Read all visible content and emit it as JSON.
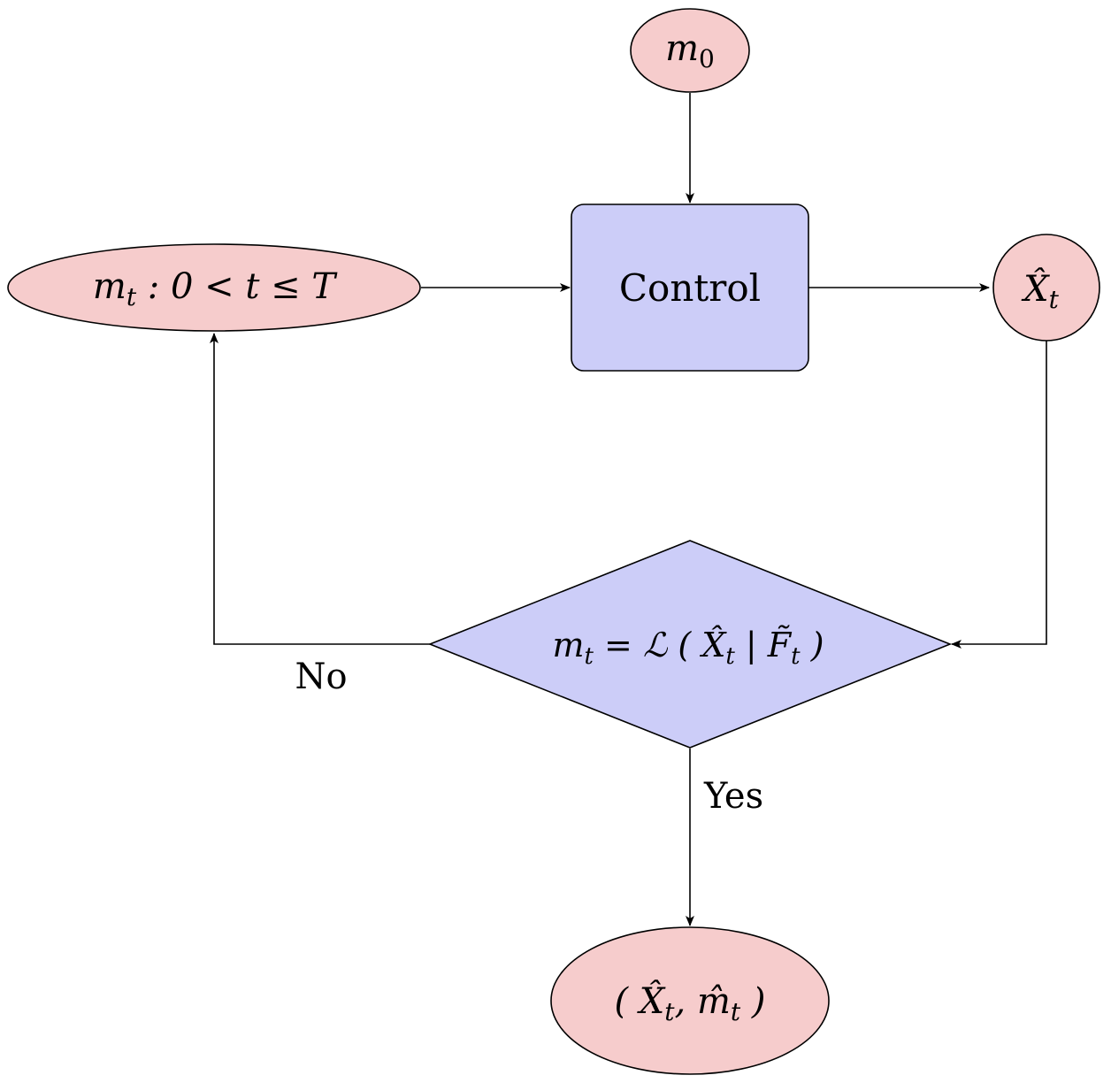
{
  "diagram": {
    "nodes": {
      "m0": {
        "base": "m",
        "sub": "0"
      },
      "m_t_range": {
        "base": "m",
        "sub": "t",
        "rest": " : 0 < t ≤ T"
      },
      "control": {
        "label": "Control"
      },
      "x_hat_t": {
        "base": "X̂",
        "sub": "t"
      },
      "decision": {
        "lhs_base": "m",
        "lhs_sub": "t",
        "text": " = ℒ ( X̂",
        "sub2": "t",
        "mid": " | F̃",
        "sub3": "t",
        "close": " )"
      },
      "output": {
        "open": "( X̂",
        "sub1": "t",
        "sep": ", m̂",
        "sub2": "t",
        "close": " )"
      }
    },
    "edges": {
      "no_label": "No",
      "yes_label": "Yes"
    },
    "colors": {
      "red_fill": "#f6cccc",
      "blue_fill": "#cccdf8",
      "stroke": "#000000"
    }
  }
}
